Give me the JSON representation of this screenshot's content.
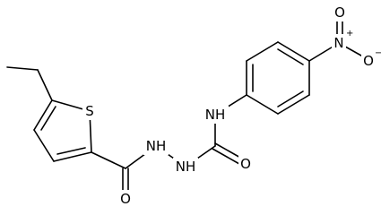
{
  "structure": {
    "atoms": {
      "sulfur": "S",
      "carbonyl_oxygen_left": "O",
      "hydrazide_nh_1": "NH",
      "hydrazide_nh_2": "NH",
      "carbonyl_oxygen_right": "O",
      "anilide_nh": "NH",
      "nitro_nitrogen": "N",
      "nitro_oxygen_top": "O",
      "nitro_oxygen_right": "O"
    },
    "charges": {
      "nitro_nitrogen": "+",
      "nitro_oxygen_right": "−"
    }
  }
}
